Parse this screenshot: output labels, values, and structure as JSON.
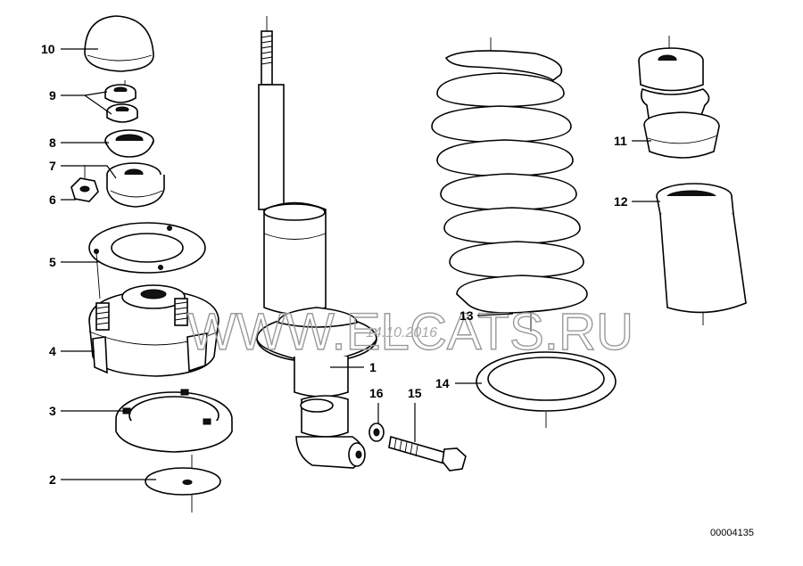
{
  "diagram": {
    "part_labels": {
      "p1": "1",
      "p2": "2",
      "p3": "3",
      "p4": "4",
      "p5": "5",
      "p6": "6",
      "p7": "7",
      "p8": "8",
      "p9": "9",
      "p10": "10",
      "p11": "11",
      "p12": "12",
      "p13": "13",
      "p14": "14",
      "p15": "15",
      "p16": "16"
    },
    "catalog_number": "00004135",
    "watermark": {
      "text": "WWW.ELCATS.RU",
      "date": "14.10.2016"
    }
  }
}
